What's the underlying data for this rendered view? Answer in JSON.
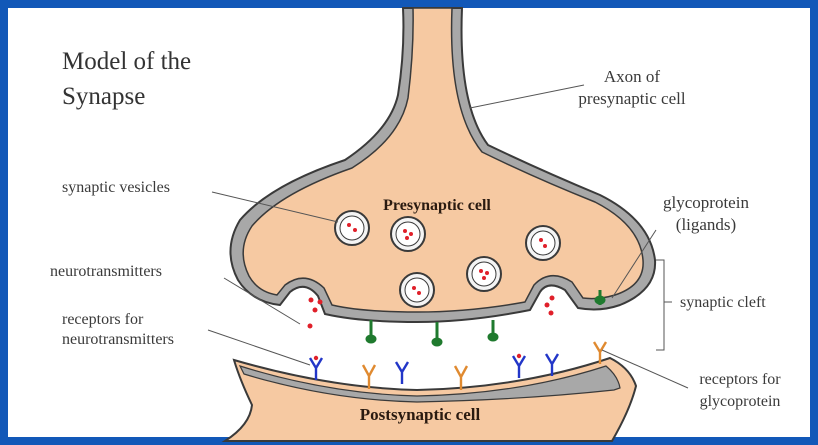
{
  "diagram": {
    "title_line1": "Model of the",
    "title_line2": "Synapse",
    "labels": {
      "axon_line1": "Axon of",
      "axon_line2": "presynaptic cell",
      "vesicles": "synaptic vesicles",
      "presynaptic": "Presynaptic cell",
      "glyco_line1": "glycoprotein",
      "glyco_line2": "(ligands)",
      "neurotransmitters": "neurotransmitters",
      "receptors_nt_line1": "receptors for",
      "receptors_nt_line2": "neurotransmitters",
      "cleft": "synaptic cleft",
      "receptors_gp_line1": "receptors for",
      "receptors_gp_line2": "glycoprotein",
      "postsynaptic": "Postsynaptic cell"
    },
    "colors": {
      "border": "#1258b8",
      "cell_fill": "#f6c9a2",
      "membrane": "#9a9a9a",
      "dot": "#e0202a",
      "ligand": "#1f7a2e",
      "nt_receptor": "#2236c8",
      "gp_receptor": "#e08a30"
    }
  }
}
